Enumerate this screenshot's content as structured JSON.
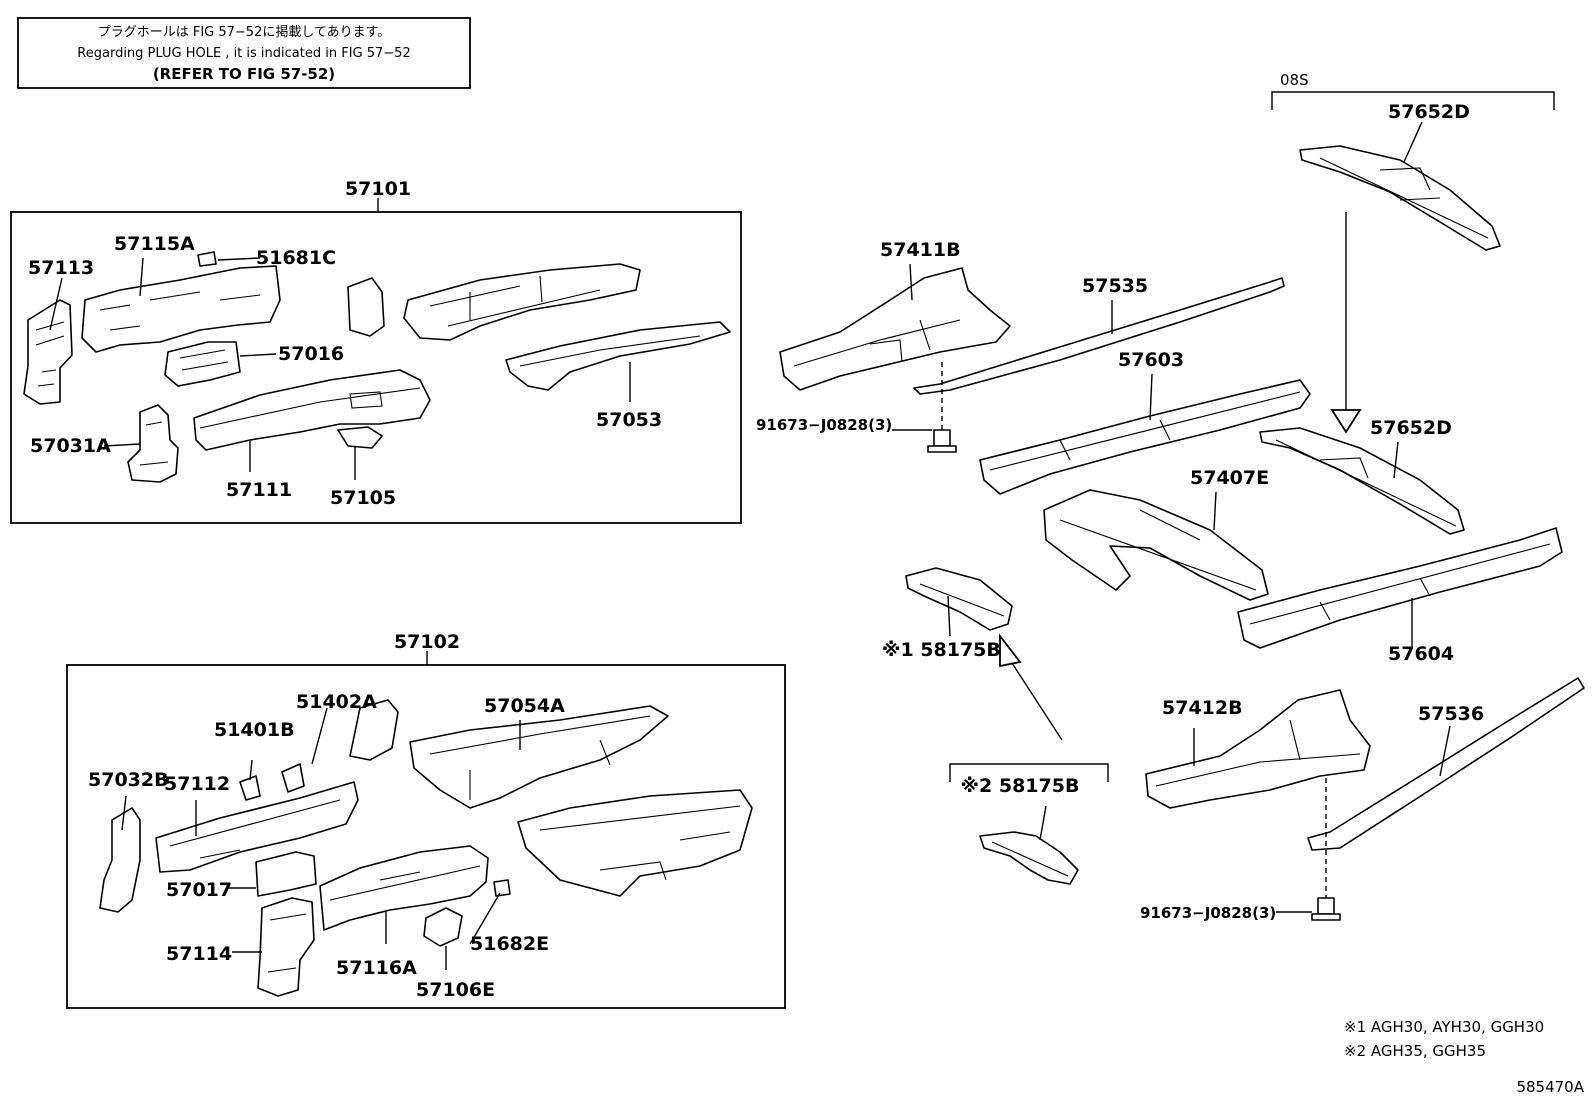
{
  "notice": {
    "line1": "プラグホールは FIG 57−52に掲載してあります。",
    "line2": "Regarding  PLUG  HOLE , it is indicated in FIG  57−52",
    "line3": "(REFER  TO  FIG  57-52)"
  },
  "groups": {
    "g57101": "57101",
    "g57102": "57102",
    "g08s": "08S",
    "variant2": "※2 58175B"
  },
  "parts": {
    "p57113": "57113",
    "p57115A": "57115A",
    "p51681C": "51681C",
    "p57016": "57016",
    "p57031A": "57031A",
    "p57111": "57111",
    "p57105": "57105",
    "p57053": "57053",
    "p57411B": "57411B",
    "p57535": "57535",
    "p57603": "57603",
    "p91673a": "91673−J0828(3)",
    "p57652D_top": "57652D",
    "p57652D": "57652D",
    "p57407E": "57407E",
    "p58175B_1": "※1 58175B",
    "p57604": "57604",
    "p51402A": "51402A",
    "p51401B": "51401B",
    "p57054A": "57054A",
    "p57032B": "57032B",
    "p57112": "57112",
    "p57017": "57017",
    "p57114": "57114",
    "p57116A": "57116A",
    "p51682E": "51682E",
    "p57106E": "57106E",
    "p57412B": "57412B",
    "p57536": "57536",
    "p91673b": "91673−J0828(3)"
  },
  "footnotes": {
    "fn1": "※1  AGH30, AYH30, GGH30",
    "fn2": "※2  AGH35, GGH35"
  },
  "figure_id": "585470A"
}
